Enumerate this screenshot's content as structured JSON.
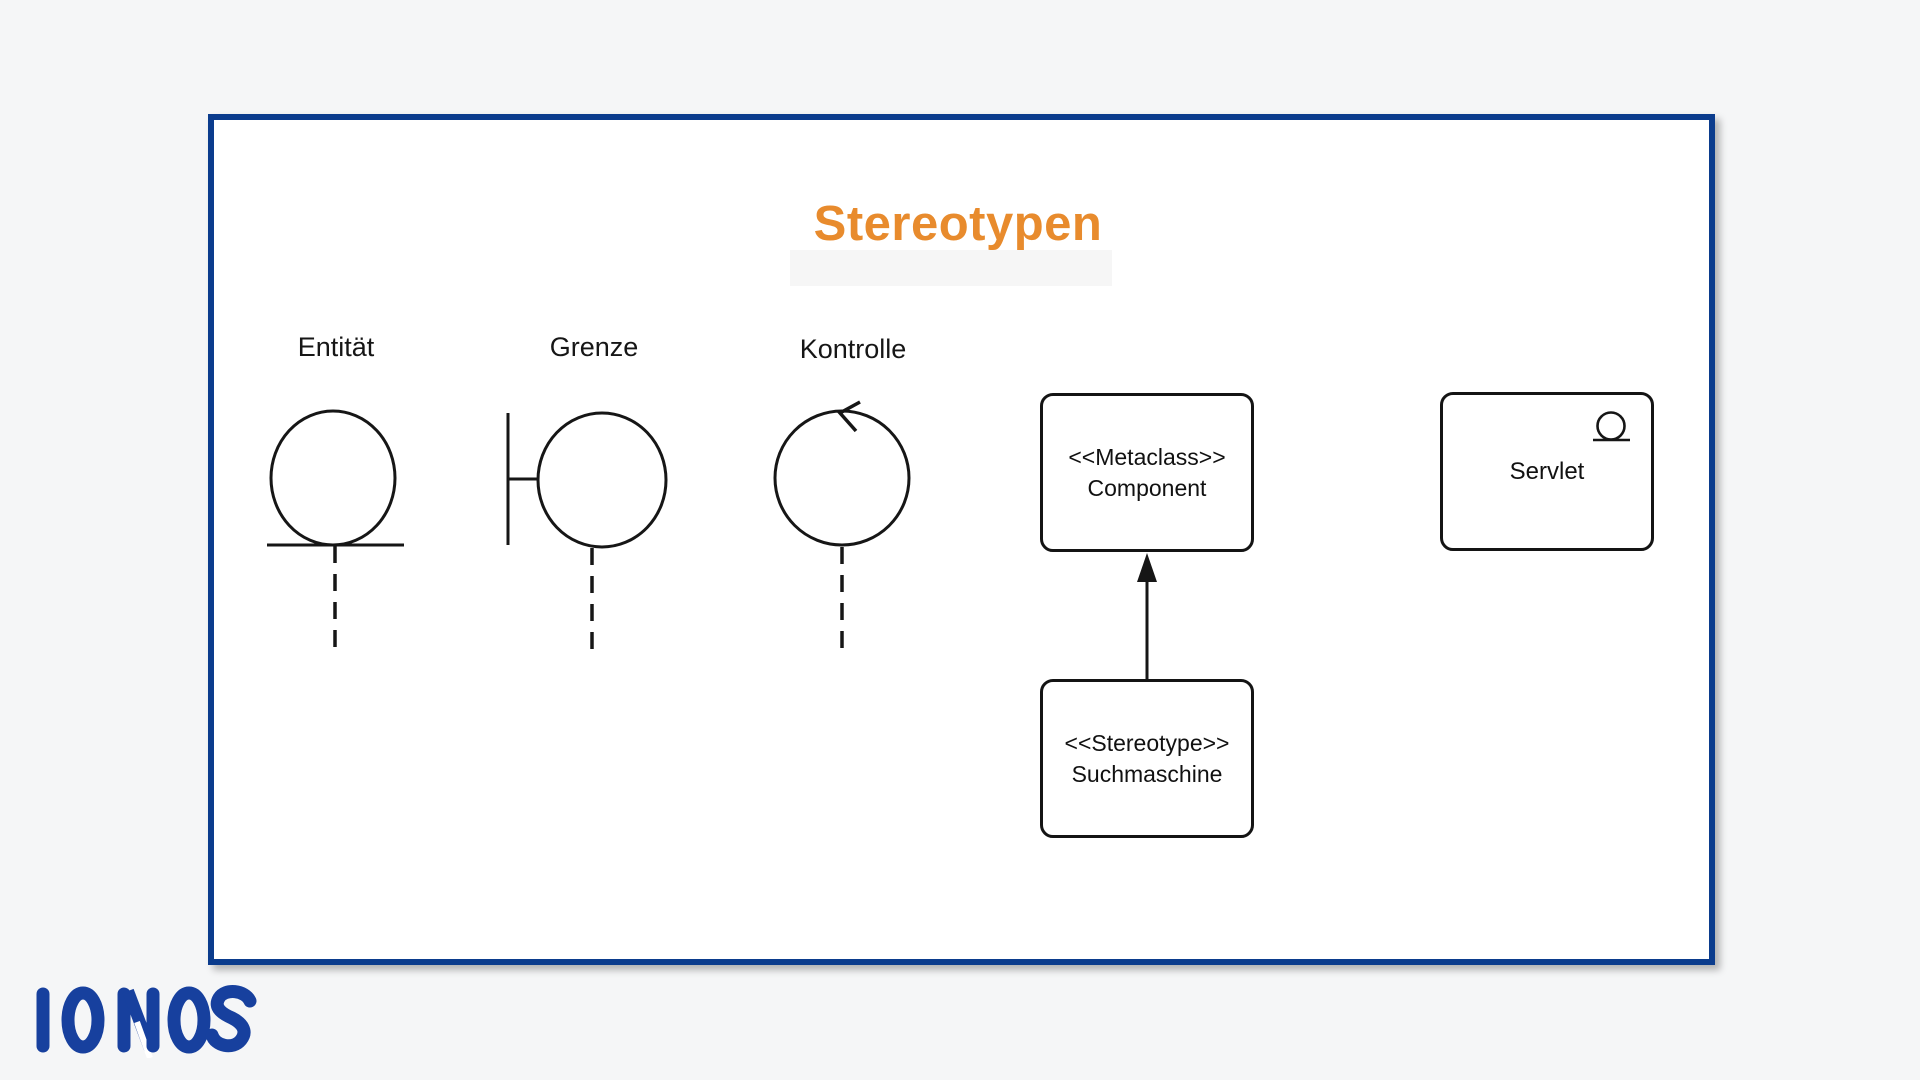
{
  "page": {
    "background_color": "#F5F6F7"
  },
  "frame": {
    "border_color": "#0B3C8D",
    "fill_color": "#FFFFFF"
  },
  "diagram": {
    "title": "Stereotypen",
    "title_color": "#E88B2D",
    "symbols": [
      {
        "id": "entity",
        "label": "Entität",
        "shape": "circle-on-line-with-dashed-tail"
      },
      {
        "id": "boundary",
        "label": "Grenze",
        "shape": "circle-with-left-bar-and-dashed-tail"
      },
      {
        "id": "control",
        "label": "Kontrolle",
        "shape": "circle-with-arrow-and-dashed-tail"
      }
    ],
    "boxes": {
      "metaclass": {
        "line1": "<<Metaclass>>",
        "line2": "Component"
      },
      "stereotype": {
        "line1": "<<Stereotype>>",
        "line2": "Suchmaschine"
      },
      "servlet": {
        "label": "Servlet",
        "icon": "entity-circle-icon"
      }
    },
    "relation": {
      "from": "stereotype",
      "to": "metaclass",
      "style": "solid-line-filled-arrowhead-up"
    },
    "stroke_color": "#161616"
  },
  "logo": {
    "text": "IONOS",
    "color": "#17409E"
  }
}
